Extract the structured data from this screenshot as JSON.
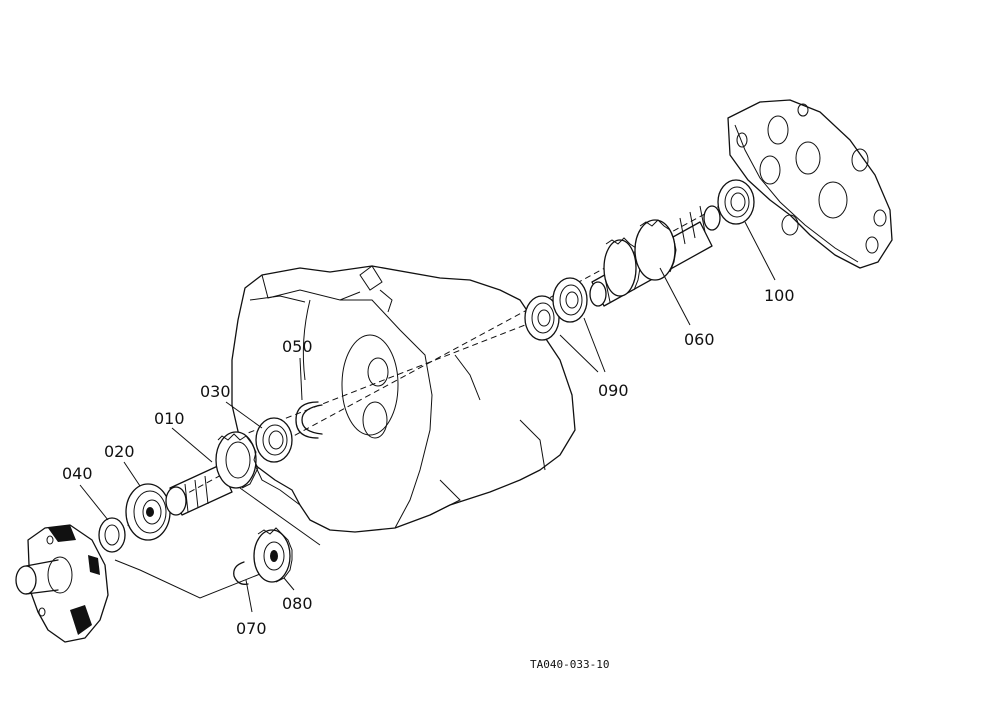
{
  "diagram": {
    "code": "TA040-033-10",
    "parts": [
      {
        "id": "p010",
        "label": "010"
      },
      {
        "id": "p020",
        "label": "020"
      },
      {
        "id": "p030",
        "label": "030"
      },
      {
        "id": "p040",
        "label": "040"
      },
      {
        "id": "p050",
        "label": "050"
      },
      {
        "id": "p060",
        "label": "060"
      },
      {
        "id": "p070",
        "label": "070"
      },
      {
        "id": "p080",
        "label": "080"
      },
      {
        "id": "p090",
        "label": "090"
      },
      {
        "id": "p100",
        "label": "100"
      }
    ]
  }
}
